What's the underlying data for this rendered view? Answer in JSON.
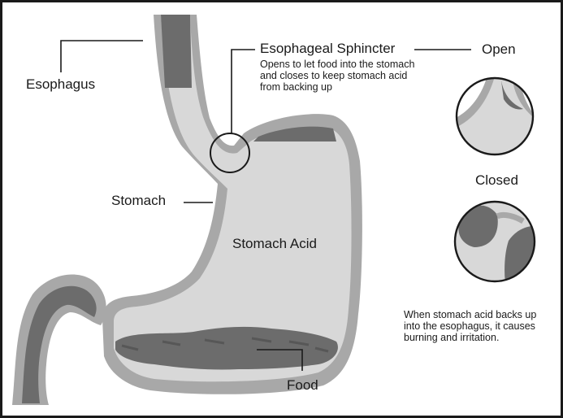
{
  "labels": {
    "esophagus": "Esophagus",
    "sphincter_title": "Esophageal Sphincter",
    "sphincter_desc": [
      "Opens to let food into the stomach",
      "and closes to keep stomach acid",
      "from backing up"
    ],
    "open": "Open",
    "closed": "Closed",
    "stomach": "Stomach",
    "stomach_acid": "Stomach Acid",
    "food": "Food",
    "reflux_note": [
      "When stomach acid backs up",
      "into the esophagus, it causes",
      "burning and irritation."
    ]
  },
  "colors": {
    "wall": "#a8a8a8",
    "inner": "#d8d8d8",
    "dark": "#6c6c6c",
    "line": "#1a1a1a"
  }
}
